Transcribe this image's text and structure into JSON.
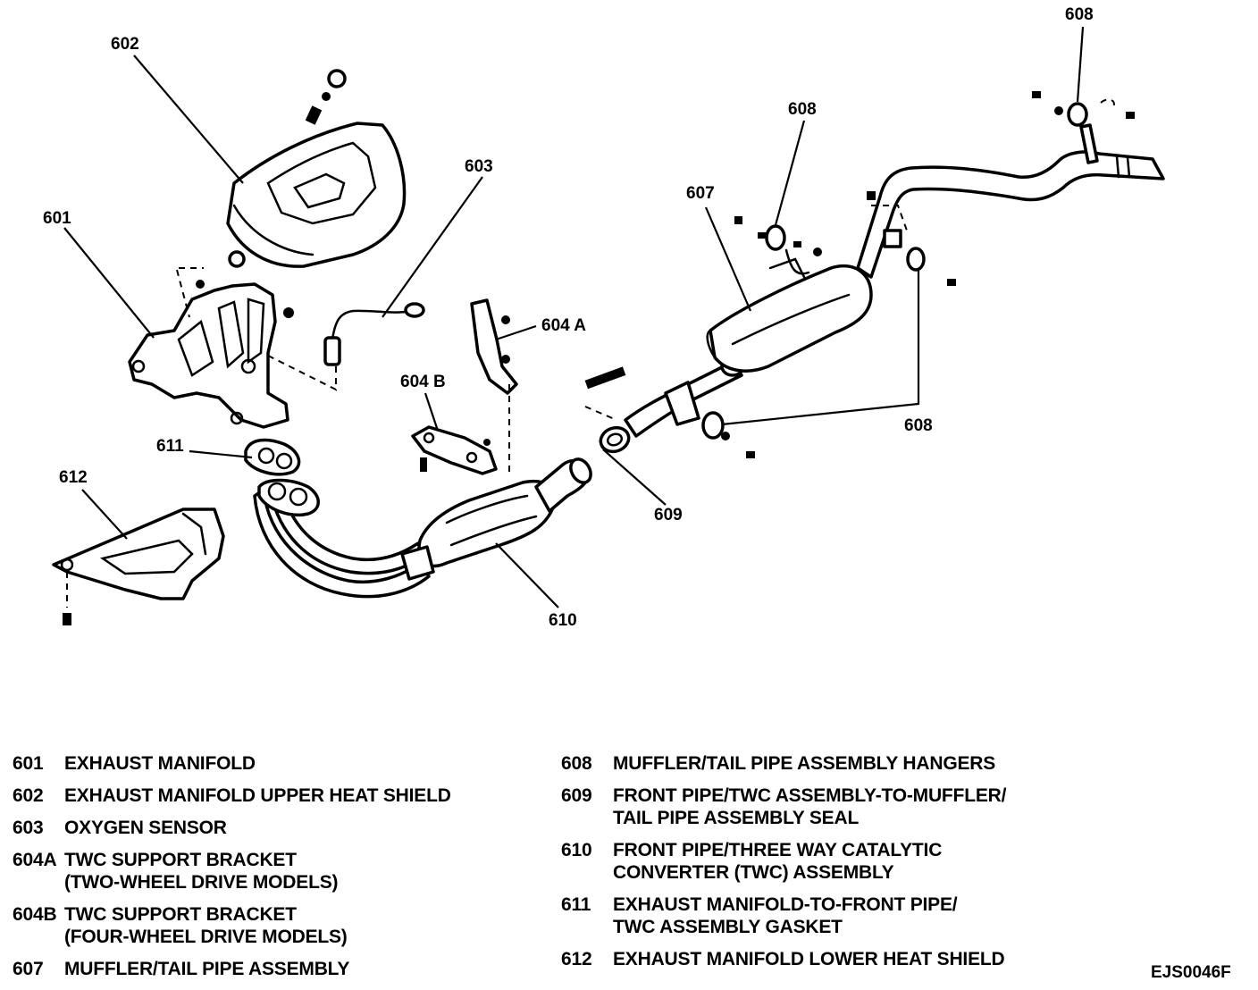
{
  "callouts": {
    "c601": "601",
    "c602": "602",
    "c603": "603",
    "c604a": "604 A",
    "c604b": "604 B",
    "c607": "607",
    "c608_top": "608",
    "c608_mid": "608",
    "c608_right": "608",
    "c609": "609",
    "c610": "610",
    "c611": "611",
    "c612": "612"
  },
  "legend_left": [
    {
      "num": "601",
      "text": "EXHAUST MANIFOLD"
    },
    {
      "num": "602",
      "text": "EXHAUST MANIFOLD UPPER HEAT SHIELD"
    },
    {
      "num": "603",
      "text": "OXYGEN SENSOR"
    },
    {
      "num": "604A",
      "text": "TWC SUPPORT BRACKET\n(TWO-WHEEL DRIVE MODELS)"
    },
    {
      "num": "604B",
      "text": "TWC SUPPORT BRACKET\n(FOUR-WHEEL DRIVE MODELS)"
    },
    {
      "num": "607",
      "text": "MUFFLER/TAIL PIPE ASSEMBLY"
    }
  ],
  "legend_right": [
    {
      "num": "608",
      "text": "MUFFLER/TAIL PIPE ASSEMBLY HANGERS"
    },
    {
      "num": "609",
      "text": "FRONT PIPE/TWC ASSEMBLY-TO-MUFFLER/\nTAIL PIPE ASSEMBLY SEAL"
    },
    {
      "num": "610",
      "text": "FRONT PIPE/THREE WAY CATALYTIC\nCONVERTER (TWC) ASSEMBLY"
    },
    {
      "num": "611",
      "text": "EXHAUST MANIFOLD-TO-FRONT PIPE/\nTWC ASSEMBLY GASKET"
    },
    {
      "num": "612",
      "text": "EXHAUST MANIFOLD LOWER HEAT SHIELD"
    }
  ],
  "figure_code": "EJS0046F"
}
